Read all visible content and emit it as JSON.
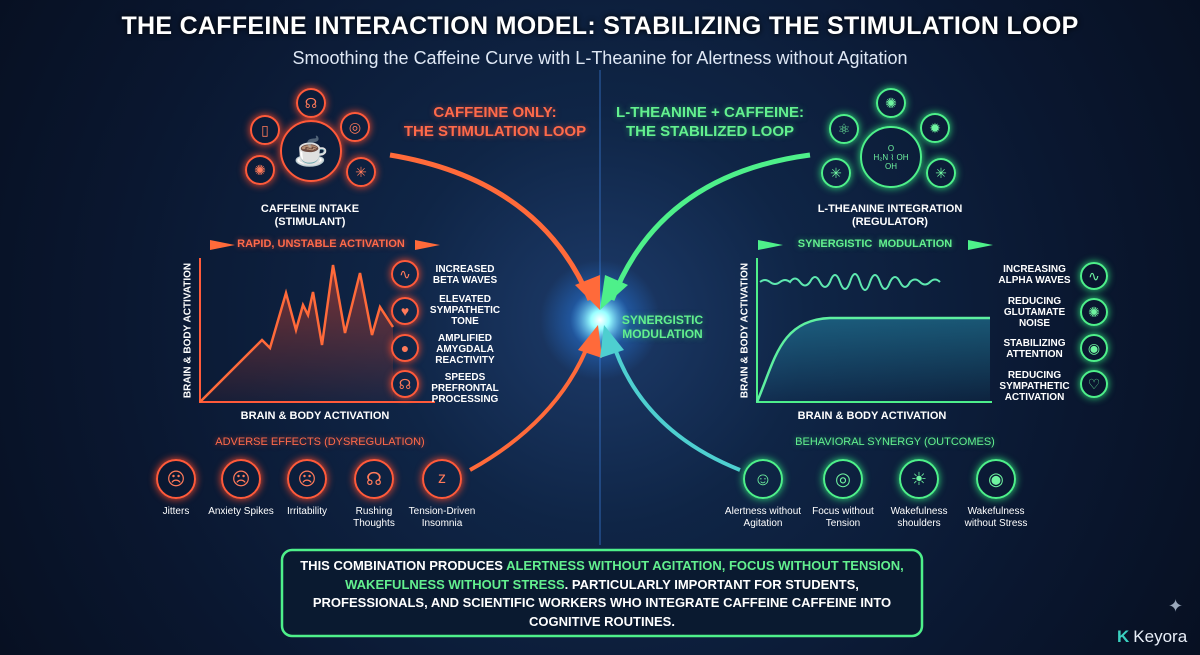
{
  "title": "THE CAFFEINE INTERACTION MODEL: STABILIZING THE STIMULATION LOOP",
  "subtitle": "Smoothing the Caffeine Curve with L-Theanine for Alertness without Agitation",
  "left": {
    "heading1": "CAFFEINE ONLY:",
    "heading2": "THE STIMULATION LOOP",
    "hub_label1": "CAFFEINE INTAKE",
    "hub_label2": "(STIMULANT)",
    "flow_label": "RAPID, UNSTABLE ACTIVATION",
    "y_label": "BRAIN & BODY ACTIVATION",
    "x_label": "BRAIN & BODY ACTIVATION",
    "effects": [
      "INCREASED BETA WAVES",
      "ELEVATED SYMPATHETIC TONE",
      "AMPLIFIED AMYGDALA REACTIVITY",
      "SPEEDS PREFRONTAL PROCESSING"
    ],
    "adverse_title": "ADVERSE EFFECTS (DYSREGULATION)",
    "adverse": [
      "Jitters",
      "Anxiety Spikes",
      "Irritability",
      "Rushing Thoughts",
      "Tension-Driven Insomnia"
    ]
  },
  "center": {
    "label1": "SYNERGISTIC",
    "label2": "MODULATION"
  },
  "right": {
    "heading1": "L-THEANINE + CAFFEINE:",
    "heading2": "THE STABILIZED LOOP",
    "hub_label1": "L-THEANINE INTEGRATION",
    "hub_label2": "(REGULATOR)",
    "flow_label": "SYNERGISTIC  MODULATION",
    "y_label": "BRAIN & BODY ACTIVATION",
    "x_label": "BRAIN & BODY ACTIVATION",
    "effects": [
      "INCREASING ALPHA WAVES",
      "REDUCING GLUTAMATE NOISE",
      "STABILIZING ATTENTION",
      "REDUCING SYMPATHETIC ACTIVATION"
    ],
    "outcomes_title": "BEHAVIORAL SYNERGY (OUTCOMES)",
    "outcomes": [
      "Alertness without Agitation",
      "Focus without Tension",
      "Wakefulness shoulders",
      "Wakefulness without Stress"
    ],
    "molecule": {
      "a": "H₂N",
      "b": "OH",
      "c": "OH",
      "d": "O"
    }
  },
  "summary": {
    "p1": "THIS COMBINATION PRODUCES ",
    "h1": "ALERTNESS WITHOUT AGITATION, FOCUS WITHOUT TENSION, WAKEFULNESS WITHOUT STRESS",
    "p2": ". PARTICULARLY IMPORTANT FOR STUDENTS, PROFESSIONALS, AND SCIENTIFIC WORKERS WHO INTEGRATE CAFFEINE CAFFEINE INTO COGNITIVE ROUTINES."
  },
  "brand": "Keyora",
  "colors": {
    "red": "#ff5a3a",
    "green": "#4ef08a",
    "bg": "#0a1730"
  }
}
